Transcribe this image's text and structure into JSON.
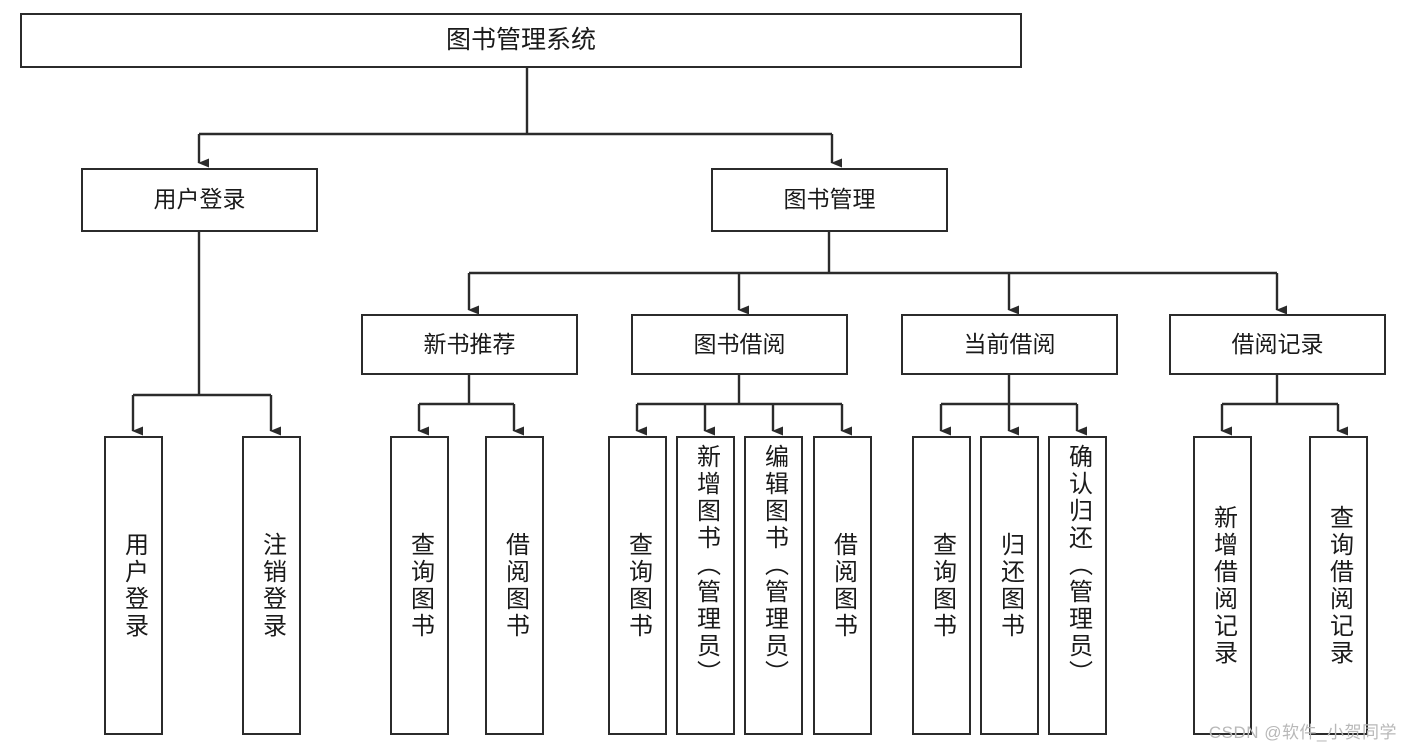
{
  "diagram": {
    "title": "图书管理系统",
    "type": "tree",
    "watermark": "CSDN @软件_小贺同学",
    "colors": {
      "box_border": "#2b2b2b",
      "box_fill": "#ffffff",
      "connector": "#2b2b2b",
      "text": "#1a1a1a",
      "watermark": "#b8b8b8"
    },
    "levels": {
      "root": "图书管理系统",
      "level2": [
        "用户登录",
        "图书管理"
      ],
      "level3": [
        "新书推荐",
        "图书借阅",
        "当前借阅",
        "借阅记录"
      ]
    }
  },
  "nodes": {
    "root": {
      "label": "图书管理系统"
    },
    "user_login": {
      "label": "用户登录"
    },
    "book_manage": {
      "label": "图书管理"
    },
    "new_book_rec": {
      "label": "新书推荐"
    },
    "book_borrow": {
      "label": "图书借阅"
    },
    "current_borrow": {
      "label": "当前借阅"
    },
    "borrow_record": {
      "label": "借阅记录"
    },
    "leaf_user_login": {
      "label": "用户登录"
    },
    "leaf_logout": {
      "label": "注销登录"
    },
    "leaf_query_book_1": {
      "label": "查询图书"
    },
    "leaf_borrow_book_1": {
      "label": "借阅图书"
    },
    "leaf_query_book_2": {
      "label": "查询图书"
    },
    "leaf_add_book": {
      "label": "新增图书（管理员）"
    },
    "leaf_edit_book": {
      "label": "编辑图书（管理员）"
    },
    "leaf_borrow_book_2": {
      "label": "借阅图书"
    },
    "leaf_query_book_3": {
      "label": "查询图书"
    },
    "leaf_return_book": {
      "label": "归还图书"
    },
    "leaf_confirm_return": {
      "label": "确认归还（管理员）"
    },
    "leaf_add_record": {
      "label": "新增借阅记录"
    },
    "leaf_query_record": {
      "label": "查询借阅记录"
    }
  }
}
